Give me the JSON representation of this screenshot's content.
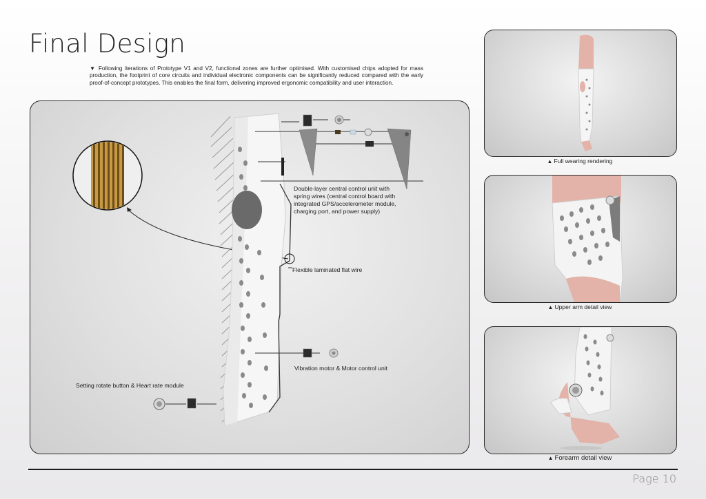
{
  "header": {
    "title": "Final Design",
    "intro": "▼ Following iterations of Prototype V1 and V2, functional zones are further optimised. With customised chips adopted for mass production, the footprint of core circuits and individual electronic components can be significantly reduced compared with the early proof-of-concept prototypes. This enables the final form, delivering improved ergonomic compatibility and user interaction."
  },
  "exploded_view": {
    "labels": {
      "control_unit": "Double-layer central control unit with spring wires (central control board with integrated GPS/accelerometer module, charging port, and power supply)",
      "flat_wire": "Flexible laminated flat wire",
      "vibration": "Vibration motor & Motor control unit",
      "rotate_button": "Setting rotate button & Heart rate module"
    }
  },
  "views": [
    {
      "caption": "Full wearing rendering",
      "triangle": "▲"
    },
    {
      "caption": "Upper arm detail view",
      "triangle": "▲"
    },
    {
      "caption": "Forearm detail view",
      "triangle": "▲"
    }
  ],
  "footer": {
    "page": "Page 10"
  },
  "colors": {
    "shell": "#f4f4f4",
    "skin": "#e3b2a8",
    "copper": "#b58a3c",
    "frame": "#2a2a2a"
  }
}
